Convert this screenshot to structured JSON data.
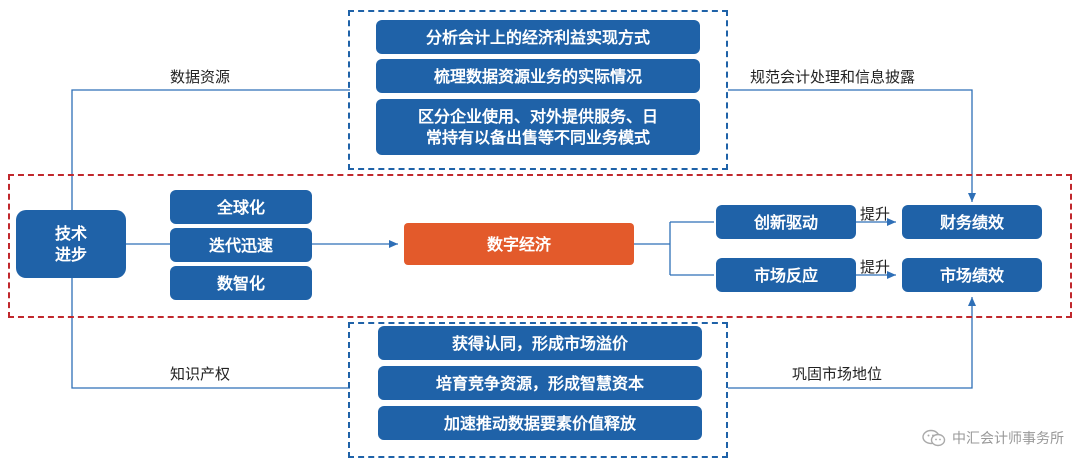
{
  "left": {
    "tech_progress": "技术\n进步",
    "data_resources": "数据资源",
    "ip": "知识产权"
  },
  "middle_left": [
    "全球化",
    "迭代迅速",
    "数智化"
  ],
  "center": "数字经济",
  "top_group": [
    "分析会计上的经济利益实现方式",
    "梳理数据资源业务的实际情况",
    "区分企业使用、对外提供服务、日\n常持有以备出售等不同业务模式"
  ],
  "bottom_group": [
    "获得认同，形成市场溢价",
    "培育竞争资源，形成智慧资本",
    "加速推动数据要素价值释放"
  ],
  "right": {
    "innovation": "创新驱动",
    "market_reaction": "市场反应",
    "financial": "财务绩效",
    "market_perf": "市场绩效",
    "boost1": "提升",
    "boost2": "提升",
    "norm_label": "规范会计处理和信息披露",
    "consolidate_label": "巩固市场地位"
  },
  "watermark": "中汇会计师事务所",
  "colors": {
    "box": "#1f62a8",
    "center": "#e35a2b",
    "red_dash": "#c0282d",
    "line": "#2e6fb7"
  }
}
